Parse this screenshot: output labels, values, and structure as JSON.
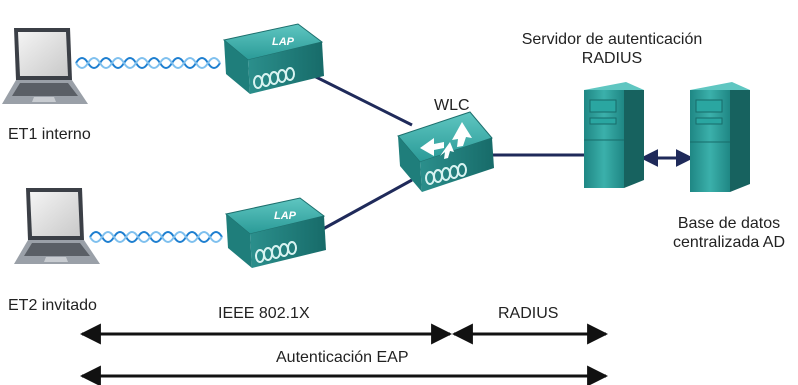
{
  "clients": [
    {
      "label": "ET1 interno"
    },
    {
      "label": "ET2 invitado"
    }
  ],
  "access_points": [
    {
      "label": "LAP"
    },
    {
      "label": "LAP"
    }
  ],
  "controller": {
    "label": "WLC"
  },
  "radius_server": {
    "line1": "Servidor de autenticación",
    "line2": "RADIUS"
  },
  "database": {
    "line1": "Base de datos",
    "line2": "centralizada AD"
  },
  "protocols": {
    "ieee": "IEEE 802.1X",
    "radius": "RADIUS",
    "eap": "Autenticación EAP"
  },
  "colors": {
    "device_teal": "#2a9a97",
    "device_teal_dark": "#1d6f6d",
    "link_navy": "#1f2a5a",
    "arrow_black": "#111111",
    "wave_blue": "#1e7fd0"
  }
}
